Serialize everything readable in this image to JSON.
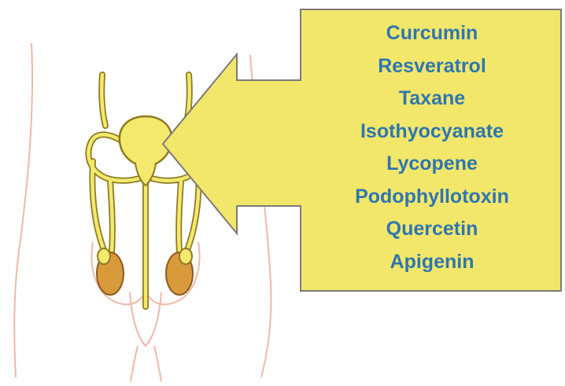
{
  "callout": {
    "fill_color": "#f2e76a",
    "border_color": "#7d7a7a",
    "text_color": "#2f76b0",
    "compounds": [
      "Curcumin",
      "Resveratrol",
      "Taxane",
      "Isothyocyanate",
      "Lycopene",
      "Podophyllotoxin",
      "Quercetin",
      "Apigenin"
    ]
  },
  "anatomy": {
    "organ_fill_color": "#f4e86d",
    "organ_outline_color": "#8c7a20",
    "testis_color": "#d99a3c",
    "body_outline_color": "#f0b8a8"
  }
}
